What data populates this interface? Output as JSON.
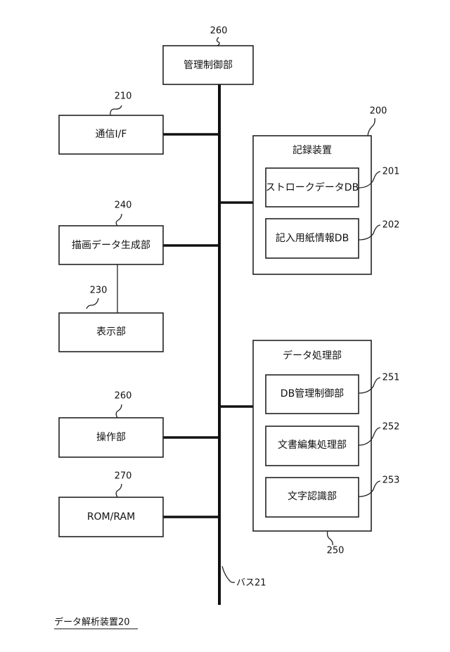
{
  "blocks": {
    "management_control": {
      "label": "管理制御部",
      "ref": "260"
    },
    "comm_if": {
      "label": "通信I/F",
      "ref": "210"
    },
    "drawing_data_gen": {
      "label": "描画データ生成部",
      "ref": "240"
    },
    "display": {
      "label": "表示部",
      "ref": "230"
    },
    "operation": {
      "label": "操作部",
      "ref": "260"
    },
    "rom_ram": {
      "label": "ROM/RAM",
      "ref": "270"
    },
    "recording_device": {
      "label": "記録装置",
      "ref": "200",
      "children": [
        {
          "label": "ストロークデータDB",
          "ref": "201"
        },
        {
          "label": "記入用紙情報DB",
          "ref": "202"
        }
      ]
    },
    "data_processing": {
      "label": "データ処理部",
      "ref": "250",
      "children": [
        {
          "label": "DB管理制御部",
          "ref": "251"
        },
        {
          "label": "文書編集処理部",
          "ref": "252"
        },
        {
          "label": "文字認識部",
          "ref": "253"
        }
      ]
    }
  },
  "bus_label": "バス21",
  "caption": "データ解析装置20"
}
